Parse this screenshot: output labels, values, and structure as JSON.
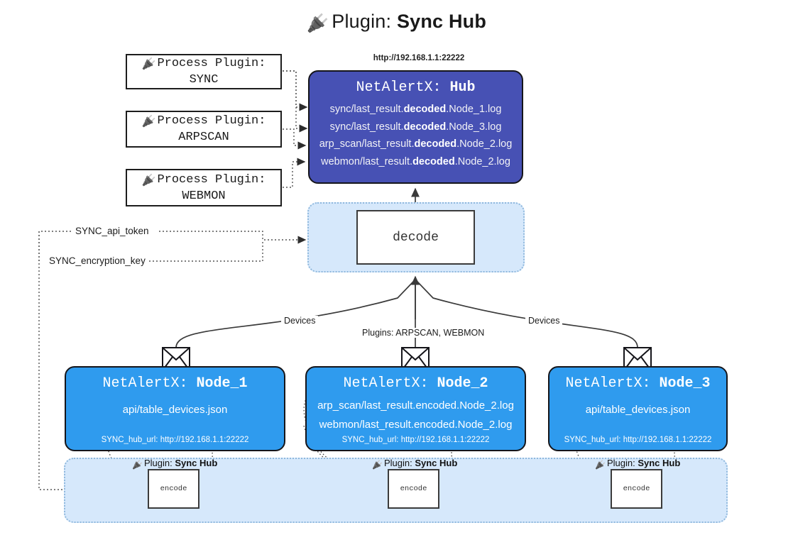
{
  "title": {
    "icon": "plug-icon",
    "prefix": "Plugin:",
    "name": "Sync Hub",
    "glyph": "🔌"
  },
  "colors": {
    "hub_blue": "#4751b4",
    "node_blue": "#2f9bee",
    "container_blue": "#d6e8fb",
    "container_border": "#8fb8dd",
    "outline": "#15151a",
    "white": "#ffffff"
  },
  "process_plugins": [
    {
      "title": "Process Plugin:",
      "name": "SYNC",
      "icon": "plug-icon"
    },
    {
      "title": "Process Plugin:",
      "name": "ARPSCAN",
      "icon": "plug-icon"
    },
    {
      "title": "Process Plugin:",
      "name": "WEBMON",
      "icon": "plug-icon"
    }
  ],
  "hub": {
    "url": "http://192.168.1.1:22222",
    "title_prefix": "NetAlertX:",
    "title_name": "Hub",
    "logs": [
      {
        "pre": "sync/last_result.",
        "em": "decoded",
        "post": ".Node_1.log"
      },
      {
        "pre": "sync/last_result.",
        "em": "decoded",
        "post": ".Node_3.log"
      },
      {
        "pre": "arp_scan/last_result.",
        "em": "decoded",
        "post": ".Node_2.log"
      },
      {
        "pre": "webmon/last_result.",
        "em": "decoded",
        "post": ".Node_2.log"
      }
    ]
  },
  "decode": {
    "label": "decode",
    "container_name": "sync-hub-decode-zone"
  },
  "settings": {
    "api_token": "SYNC_api_token",
    "encryption_key": "SYNC_encryption_key"
  },
  "edge_labels": {
    "devices_left": "Devices",
    "plugins_center": "Plugins: ARPSCAN, WEBMON",
    "devices_right": "Devices"
  },
  "nodes": [
    {
      "title_prefix": "NetAlertX:",
      "title_name": "Node_1",
      "lines": [
        "api/table_devices.json"
      ],
      "footer": "SYNC_hub_url: http://192.168.1.1:22222",
      "icon": "envelope-icon"
    },
    {
      "title_prefix": "NetAlertX:",
      "title_name": "Node_2",
      "lines": [
        "arp_scan/last_result.encoded.Node_2.log",
        "webmon/last_result.encoded.Node_2.log"
      ],
      "footer": "SYNC_hub_url: http://192.168.1.1:22222",
      "icon": "envelope-icon"
    },
    {
      "title_prefix": "NetAlertX:",
      "title_name": "Node_3",
      "lines": [
        "api/table_devices.json"
      ],
      "footer": "SYNC_hub_url: http://192.168.1.1:22222",
      "icon": "envelope-icon"
    }
  ],
  "encoders": [
    {
      "plugin_prefix": "Plugin:",
      "plugin_name": "Sync Hub",
      "label": "encode",
      "icon": "plug-icon"
    },
    {
      "plugin_prefix": "Plugin:",
      "plugin_name": "Sync Hub",
      "label": "encode",
      "icon": "plug-icon"
    },
    {
      "plugin_prefix": "Plugin:",
      "plugin_name": "Sync Hub",
      "label": "encode",
      "icon": "plug-icon"
    }
  ]
}
